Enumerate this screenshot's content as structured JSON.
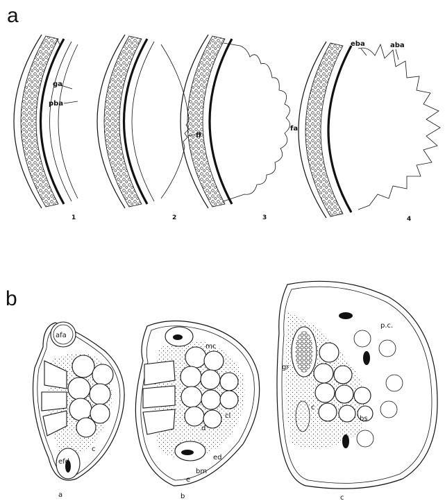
{
  "panels": {
    "a": {
      "letter": "a",
      "stages": [
        {
          "number": "1",
          "labels": [
            "ga",
            "pba"
          ]
        },
        {
          "number": "2",
          "labels": [
            "ff"
          ]
        },
        {
          "number": "3",
          "labels": [
            "fa"
          ]
        },
        {
          "number": "4",
          "labels": [
            "eba",
            "aba"
          ]
        }
      ]
    },
    "b": {
      "letter": "b",
      "sections": [
        {
          "caption": "a",
          "labels": [
            "afa",
            "efd",
            "c"
          ]
        },
        {
          "caption": "b",
          "labels": [
            "mc",
            "d",
            "cl",
            "ed",
            "bm",
            "e"
          ]
        },
        {
          "caption": "c",
          "labels": [
            "p.c.",
            "gr",
            "c",
            "bs"
          ]
        }
      ]
    }
  }
}
